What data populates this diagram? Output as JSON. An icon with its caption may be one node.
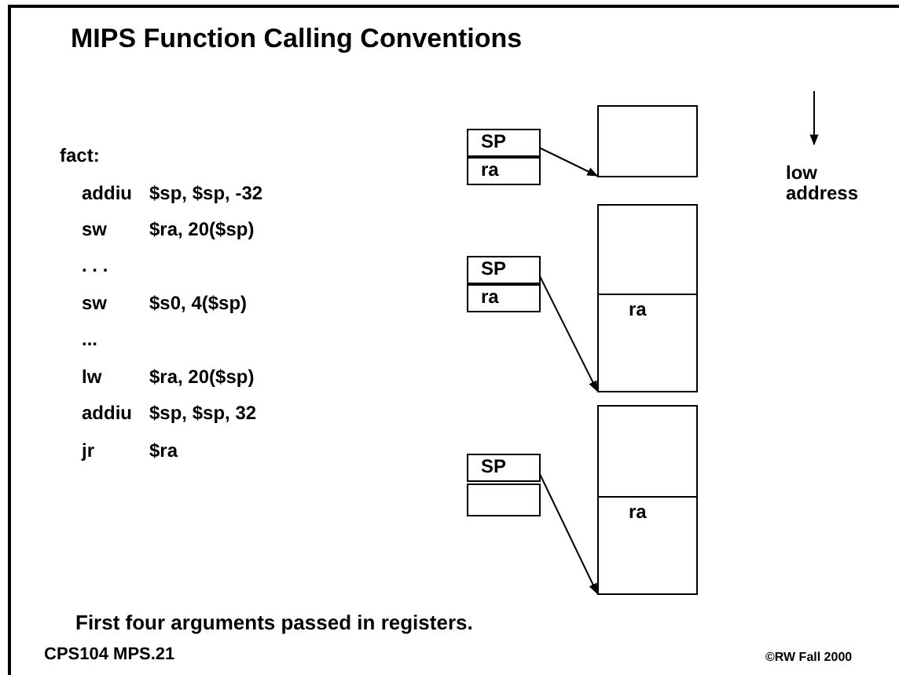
{
  "diagram": {
    "title": "MIPS Function Calling Conventions",
    "nodes": [
      {
        "text": [
          "SP"
        ]
      },
      {
        "text": [
          "ra"
        ]
      },
      {
        "text": [],
        "shape": "box"
      },
      {
        "text": [
          "SP"
        ]
      },
      {
        "text": [
          "ra"
        ]
      },
      {
        "text": [],
        "shape": "box"
      },
      {
        "text": [
          "ra"
        ]
      },
      {
        "text": [
          "SP"
        ]
      },
      {
        "text": [],
        "shape": "box"
      },
      {
        "text": [],
        "shape": "box"
      },
      {
        "text": [
          "ra"
        ]
      }
    ],
    "edges": [
      {
        "from": 0,
        "to": 2,
        "arrow": "to"
      },
      {
        "from": 3,
        "to": 6,
        "arrow": "to"
      },
      {
        "from": 7,
        "to": 10,
        "arrow": "to"
      }
    ],
    "labels": [
      "fact:",
      "addiu",
      "$sp, $sp, -32",
      "sw",
      "$ra, 20($sp)",
      ". . .",
      "sw",
      "$s0, 4($sp)",
      "...",
      "lw",
      "$ra, 20($sp)",
      "addiu",
      "$sp, $sp, 32",
      "jr",
      "$ra",
      "low address",
      "First four arguments passed in registers.",
      "**CPS104  MPS.**21",
      "©RW Fall 2000"
    ]
  }
}
